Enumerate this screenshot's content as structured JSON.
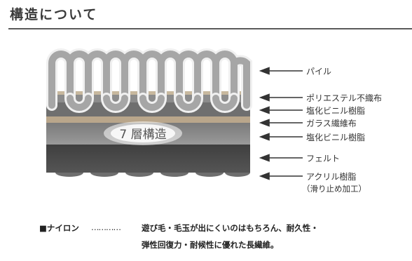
{
  "section": {
    "title": "構造について"
  },
  "diagram": {
    "badge": "7 層構造",
    "labels": [
      {
        "text": "パイル"
      },
      {
        "text": "ポリエステル不織布"
      },
      {
        "text": "塩化ビニル樹脂"
      },
      {
        "text": "ガラス繊維布"
      },
      {
        "text": "塩化ビニル樹脂"
      },
      {
        "text": "フェルト"
      },
      {
        "text": "アクリル樹脂"
      },
      {
        "text": "（滑り止め加工）"
      }
    ]
  },
  "footer": {
    "lead": "■ナイロン",
    "dots": "…………",
    "line1": "遊び毛・毛玉が出にくいのはもちろん、耐久性・",
    "line2": "弾性回復力・耐候性に優れた長繊維。"
  },
  "colors": {
    "pile": "#a8a8a8",
    "pile_outline": "#eeeeee",
    "polyester": "#8a8a8a",
    "pvc_top": "#6e6e6e",
    "glass": "#b8a58a",
    "pvc_bottom": "#8c8c8c",
    "felt": "#4a4a4a",
    "acrylic": "#707070"
  }
}
